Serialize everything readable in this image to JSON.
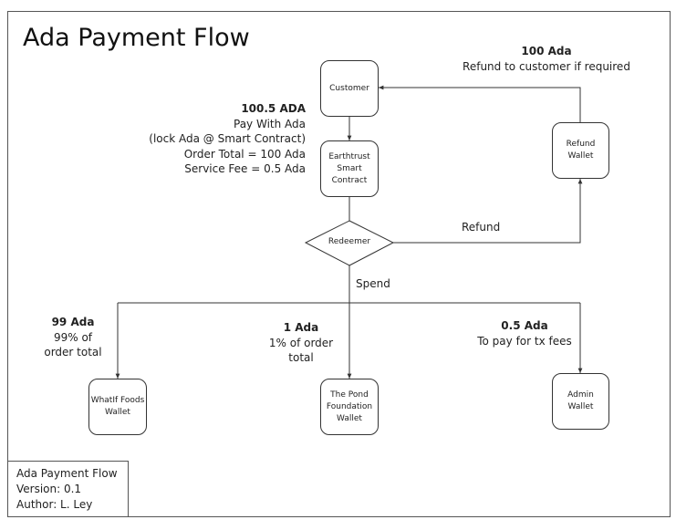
{
  "title": "Ada Payment Flow",
  "nodes": {
    "customer": "Customer",
    "contract": "Earthtrust\nSmart\nContract",
    "redeemer": "Redeemer",
    "refund_wallet": "Refund\nWallet",
    "whatif_wallet": "WhatIf Foods\nWallet",
    "pond_wallet": "The Pond\nFoundation\nWallet",
    "admin_wallet": "Admin\nWallet"
  },
  "annotations": {
    "pay": {
      "heading": "100.5 ADA",
      "lines": [
        "Pay With Ada",
        "(lock Ada @ Smart Contract)",
        "Order Total = 100 Ada",
        "Service Fee = 0.5 Ada"
      ]
    },
    "refund_top": {
      "heading": "100 Ada",
      "lines": [
        "Refund to customer if required"
      ]
    },
    "whatif": {
      "heading": "99 Ada",
      "lines": [
        "99% of",
        "order total"
      ]
    },
    "pond": {
      "heading": "1 Ada",
      "lines": [
        "1% of order",
        "total"
      ]
    },
    "admin": {
      "heading": "0.5 Ada",
      "lines": [
        "To pay for tx fees"
      ]
    }
  },
  "edge_labels": {
    "refund": "Refund",
    "spend": "Spend"
  },
  "info": {
    "line1": "Ada Payment Flow",
    "line2": "Version: 0.1",
    "line3": "Author: L. Ley"
  },
  "colors": {
    "line": "#333333",
    "border": "#555555",
    "text": "#222222"
  }
}
